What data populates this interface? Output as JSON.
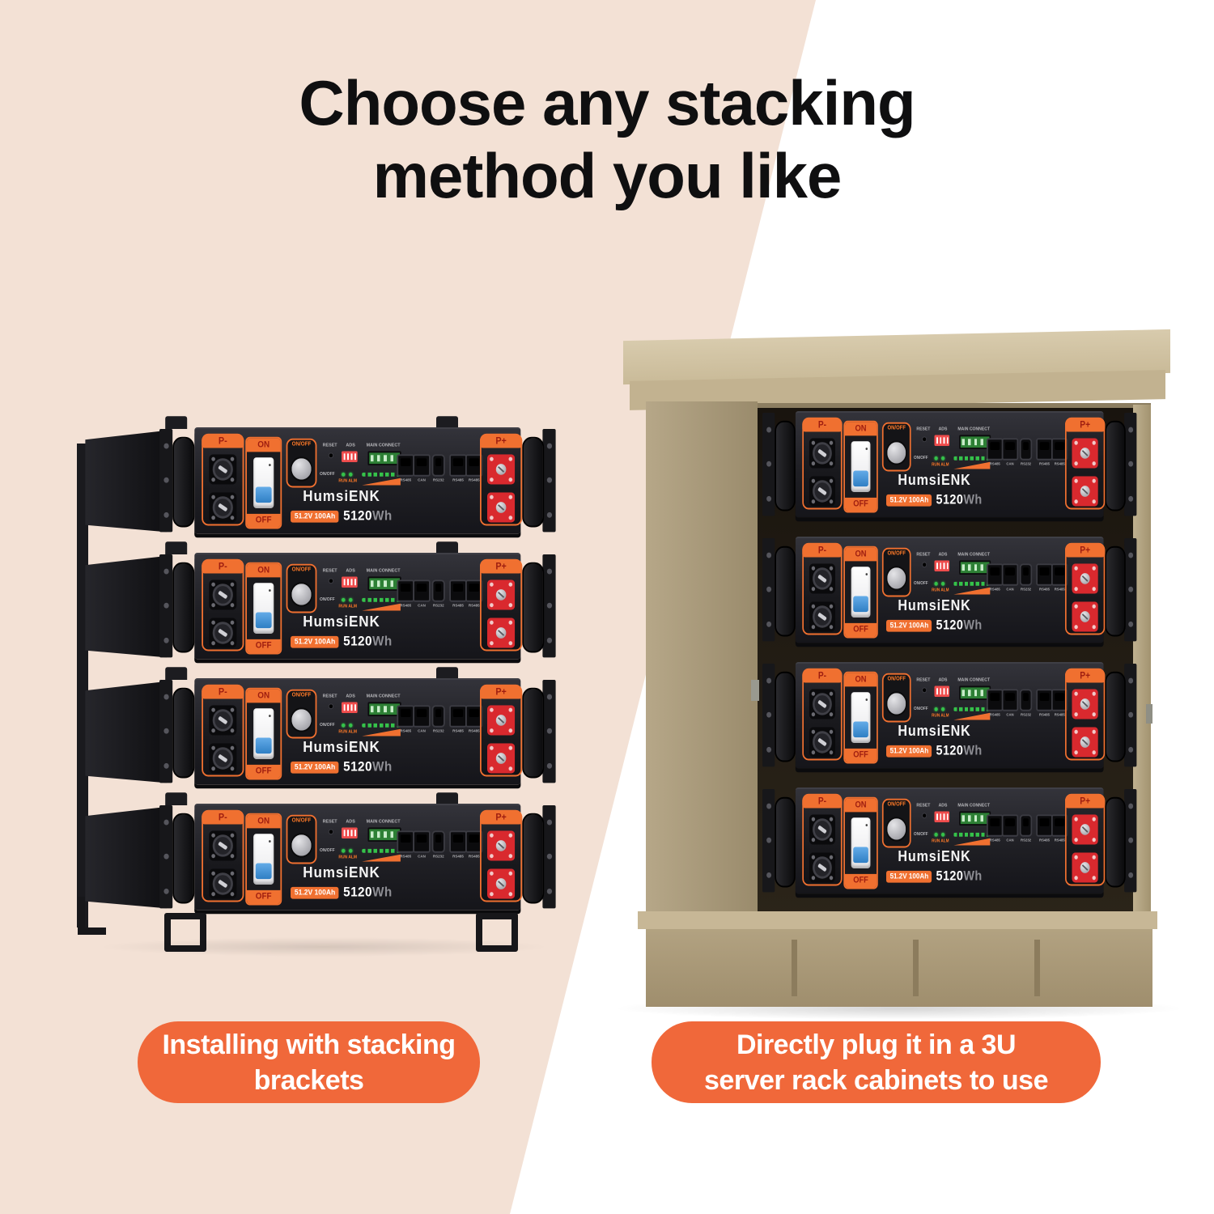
{
  "title": {
    "line1": "Choose any stacking",
    "line2": "method you like"
  },
  "captions": {
    "left": {
      "line1": "Installing with stacking",
      "line2": "brackets"
    },
    "right": {
      "line1": "Directly plug it in a 3U",
      "line2": "server rack cabinets to use"
    }
  },
  "module": {
    "negative_terminal_label": "P-",
    "positive_terminal_label": "P+",
    "breaker_on": "ON",
    "breaker_off": "OFF",
    "power_button_label": "ON/OFF",
    "reset_label": "RESET",
    "ads_label": "ADS",
    "main_connect_label": "MAIN CONNECT",
    "status_led_label": "ON/OFF",
    "run_alm_label": "RUN ALM",
    "ports": [
      "RS485",
      "CAN",
      "RS232",
      "RS485",
      "RS485"
    ],
    "brand": "HumsiENK",
    "rating": "51.2V 100Ah",
    "capacity_value": "5120",
    "capacity_unit": "Wh"
  },
  "left_stack": {
    "count": 4
  },
  "cabinet": {
    "count": 4
  },
  "colors": {
    "accent_orange": "#f07030",
    "pill_orange": "#f0683a",
    "peach_background": "#f3e1d5",
    "cabinet_tan": "#b6a788",
    "module_black": "#1f1f24",
    "connector_red": "#d9292e",
    "switch_blue": "#4a9de0",
    "led_green": "#35c24a"
  }
}
